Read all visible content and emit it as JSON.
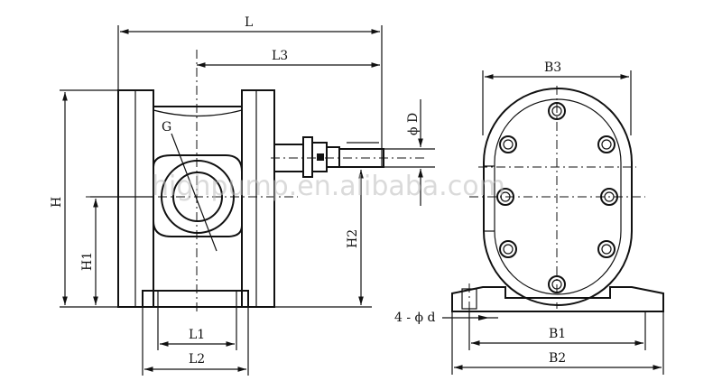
{
  "labels": {
    "L": "L",
    "L3": "L3",
    "G": "G",
    "phiD": "ϕ D",
    "H": "H",
    "H1": "H1",
    "H2": "H2",
    "L1": "L1",
    "L2": "L2",
    "B3": "B3",
    "B1": "B1",
    "B2": "B2",
    "holes": "4 - ϕ d"
  },
  "watermark": "highpump.en.alibaba.com"
}
